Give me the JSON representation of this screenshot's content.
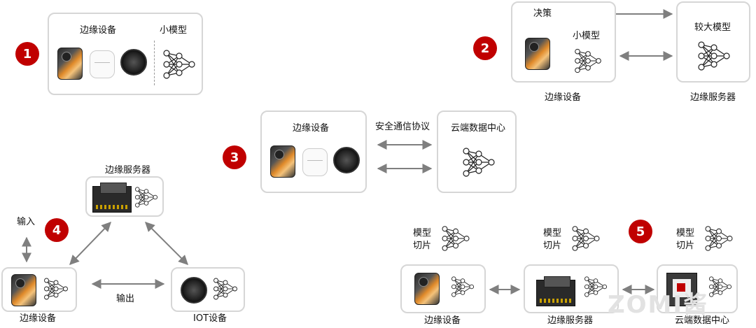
{
  "scenario1": {
    "badge": "1",
    "edge_label": "边缘设备",
    "model_label": "小模型"
  },
  "scenario2": {
    "badge": "2",
    "decision_label": "决策",
    "small_model_label": "小模型",
    "edge_caption": "边缘设备",
    "large_model_label": "较大模型",
    "server_caption": "边缘服务器"
  },
  "scenario3": {
    "badge": "3",
    "edge_label": "边缘设备",
    "protocol_label": "安全通信协议",
    "cloud_label": "云端数据中心"
  },
  "scenario4": {
    "badge": "4",
    "server_label": "边缘服务器",
    "input_label": "输入",
    "output_label": "输出",
    "edge_caption": "边缘设备",
    "iot_caption": "IOT设备"
  },
  "scenario5": {
    "badge": "5",
    "slice_labels": [
      [
        "模型",
        "切片"
      ],
      [
        "模型",
        "切片"
      ],
      [
        "模型",
        "切片"
      ]
    ],
    "edge_caption": "边缘设备",
    "server_caption": "边缘服务器",
    "cloud_caption": "云端数据中心"
  },
  "icons": {
    "neural_net": "neural-network-icon",
    "phone": "smartphone-icon",
    "earbuds": "earbuds-icon",
    "watch": "smartwatch-icon",
    "board": "edge-board-icon",
    "server": "cloud-server-icon"
  },
  "colors": {
    "badge": "#c00000",
    "box_border": "#d6d6d6",
    "arrow": "#7f7f7f"
  },
  "watermark": "ZOMI酱"
}
